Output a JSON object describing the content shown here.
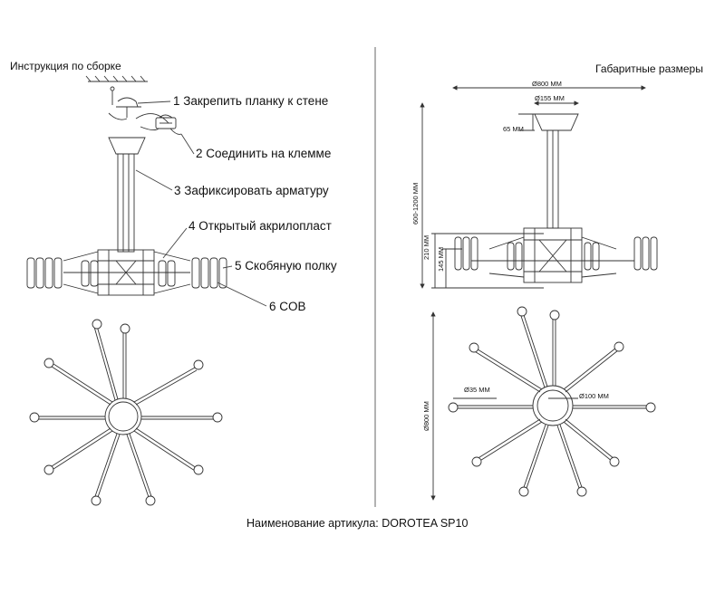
{
  "left_panel": {
    "title": "Инструкция по сборке",
    "steps": [
      "1 Закрепить планку к стене",
      "2 Соединить на клемме",
      "3 Зафиксировать арматуру",
      "4 Открытый акрилопласт",
      "5 Скобяную полку",
      "6 COB"
    ]
  },
  "right_panel": {
    "title": "Габаритные размеры",
    "dims": {
      "overall_width": "Ø800 MM",
      "canopy_width": "Ø155 MM",
      "canopy_height": "65 MM",
      "suspension_height": "600-1200 MM",
      "body_height": "210 MM",
      "lamp_height": "145 MM",
      "plan_diameter": "Ø800 MM",
      "lamp_diameter": "Ø35 MM",
      "hub_diameter": "Ø100 MM"
    }
  },
  "footer": {
    "article": "Наименование артикула: DOROTEA SP10"
  },
  "colors": {
    "line": "#333333",
    "text": "#111111",
    "background": "#ffffff"
  }
}
